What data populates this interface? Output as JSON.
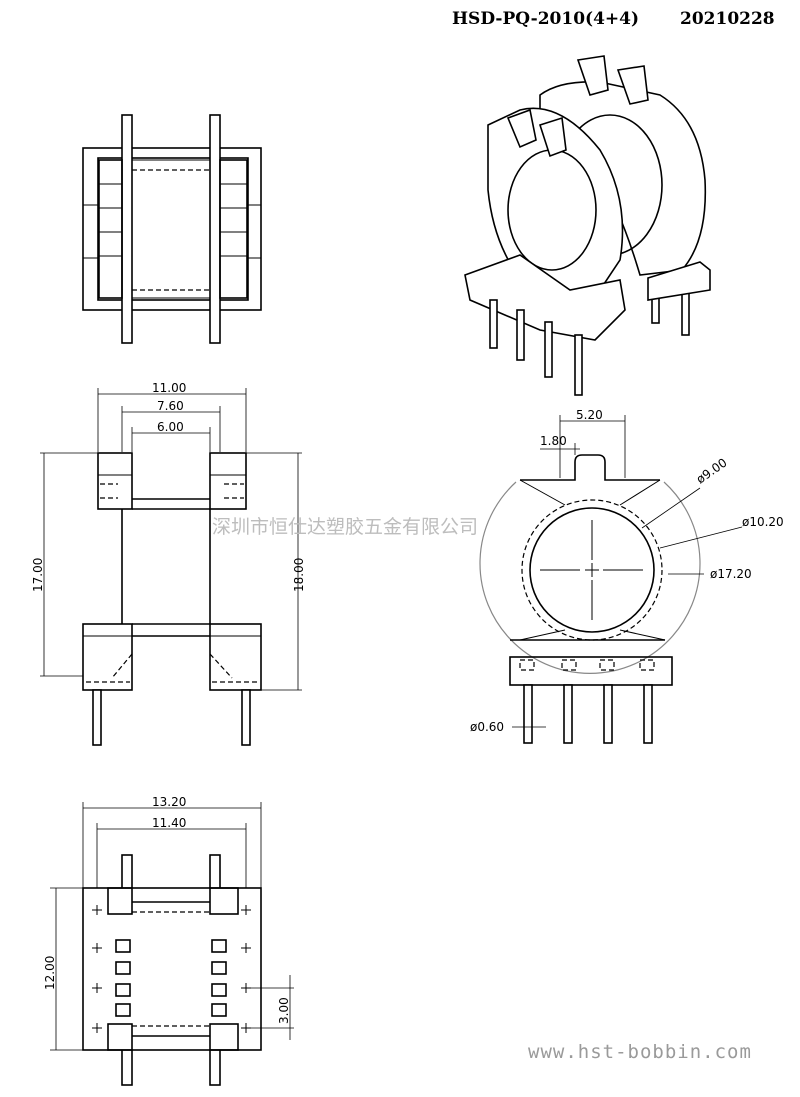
{
  "header": {
    "part_number": "HSD-PQ-2010(4+4)",
    "date_code": "20210228"
  },
  "front_view_dims": {
    "width_outer": "11.00",
    "width_mid": "7.60",
    "width_inner": "6.00",
    "height_left": "17.00",
    "height_right": "18.00"
  },
  "bottom_view_dims": {
    "width_outer": "13.20",
    "width_inner": "11.40",
    "height": "12.00",
    "pin_pitch": "3.00"
  },
  "side_view_dims": {
    "slot_width": "5.20",
    "tab_width": "1.80",
    "dia_inner": "ø9.00",
    "dia_mid": "ø10.20",
    "dia_outer": "ø17.20",
    "pin_dia": "ø0.60"
  },
  "watermark": {
    "company": "深圳市恒仕达塑胶五金有限公司",
    "website": "www.hst-bobbin.com"
  }
}
